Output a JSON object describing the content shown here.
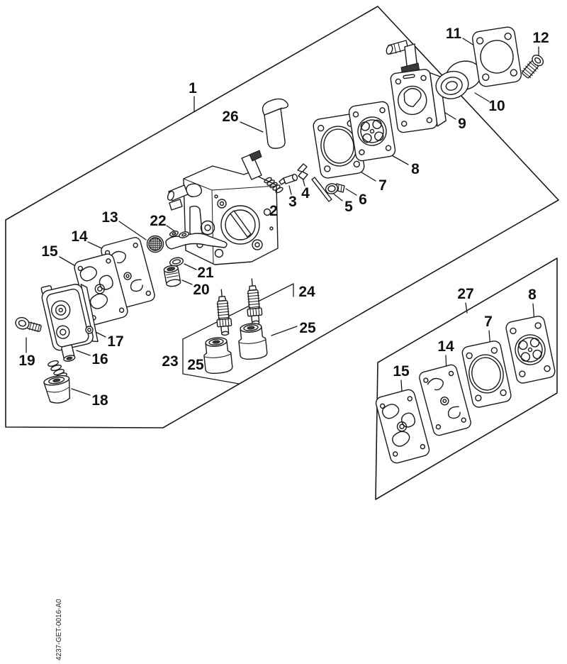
{
  "diagram": {
    "drawing_number": "4237-GET-0016-A0",
    "callouts": {
      "c1": "1",
      "c2": "2",
      "c3": "3",
      "c4": "4",
      "c5": "5",
      "c6": "6",
      "c7_upper": "7",
      "c8_upper": "8",
      "c9": "9",
      "c10": "10",
      "c11": "11",
      "c12": "12",
      "c13": "13",
      "c14_upper": "14",
      "c15_upper": "15",
      "c16": "16",
      "c17": "17",
      "c18": "18",
      "c19": "19",
      "c20": "20",
      "c21": "21",
      "c22": "22",
      "c23": "23",
      "c24": "24",
      "c25_upper": "25",
      "c25_lower": "25",
      "c26": "26",
      "c27": "27",
      "c7_lower": "7",
      "c8_lower": "8",
      "c14_lower": "14",
      "c15_lower": "15"
    },
    "colors": {
      "line": "#1a1a1a",
      "background": "#ffffff"
    }
  }
}
